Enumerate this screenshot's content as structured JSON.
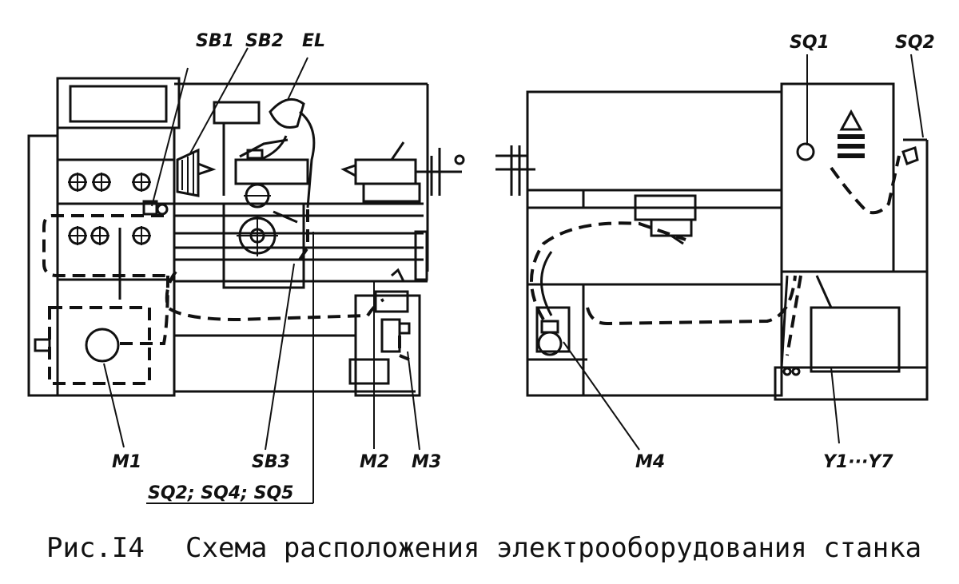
{
  "labels": {
    "left_machine": {
      "sb1": "SB1",
      "sb2": "SB2",
      "el": "EL",
      "m1": "M1",
      "sb3": "SB3",
      "m2": "M2",
      "m3": "M3",
      "sq_group": "SQ2; SQ4; SQ5"
    },
    "right_machine": {
      "sq1": "SQ1",
      "sq2": "SQ2",
      "m4": "M4",
      "y_range": "Y1···Y7"
    }
  },
  "caption": {
    "figure": "Рис.I4",
    "text": "Схема расположения электрооборудования станка"
  }
}
